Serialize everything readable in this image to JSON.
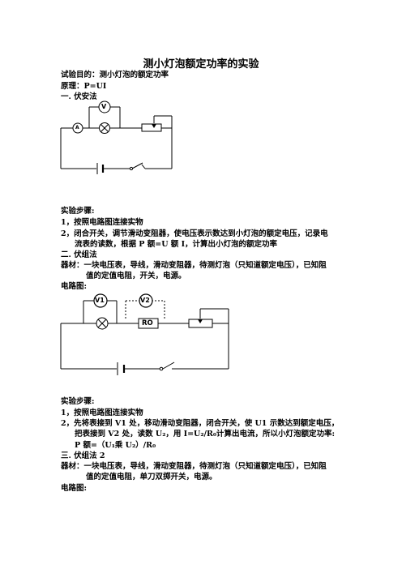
{
  "title": "测小灯泡额定功率的实验",
  "line1": "试验目的：测小灯泡的额定功率",
  "line2": "原理：P=UI",
  "sec1": "一.    伏安法",
  "c1_v": "V",
  "c1_a": "A",
  "steps1_title": "实验步骤:",
  "step1_1": "1，按照电路图连接实物",
  "step1_2a": "2，闭合开关，调节滑动变阻器，使电压表示数达到小灯泡的额定电压，记录电",
  "step1_2b": "流表的读数，根据 P 额=U 额 I，计算出小灯泡的额定功率",
  "sec2": "二.    伏组法",
  "eq2a": "器材：一块电压表，导线，滑动变阻器，待测灯泡（只知道额定电压），已知阻",
  "eq2b": "值的定值电阻，开关，电源。",
  "circ_label2": "电路图:",
  "c2_v1": "V1",
  "c2_v2": "V2",
  "c2_r0": "RO",
  "steps2_title": "实验步骤:",
  "step2_1": "1，按照电路图连接实物",
  "step2_2a": "2，先将表接到 V1 处，移动滑动变阻器，闭合开关，使 U1 示数达到额定电压，",
  "step2_2b": "把表接到 V2 处，读数 U₂，用 I=U₂/R₀计算出电流，所以小灯泡额定功率:",
  "step2_2c": "P 额=（U₁乘 U₂）/R₀",
  "sec3": "三.    伏组法 2",
  "eq3a": "器材：一块电压表，导线，滑动变阻器，待测灯泡（只知道额定电压），已知阻",
  "eq3b": "值的定值电阻，单刀双掷开关，电源。",
  "circ_label3": "电路图:"
}
